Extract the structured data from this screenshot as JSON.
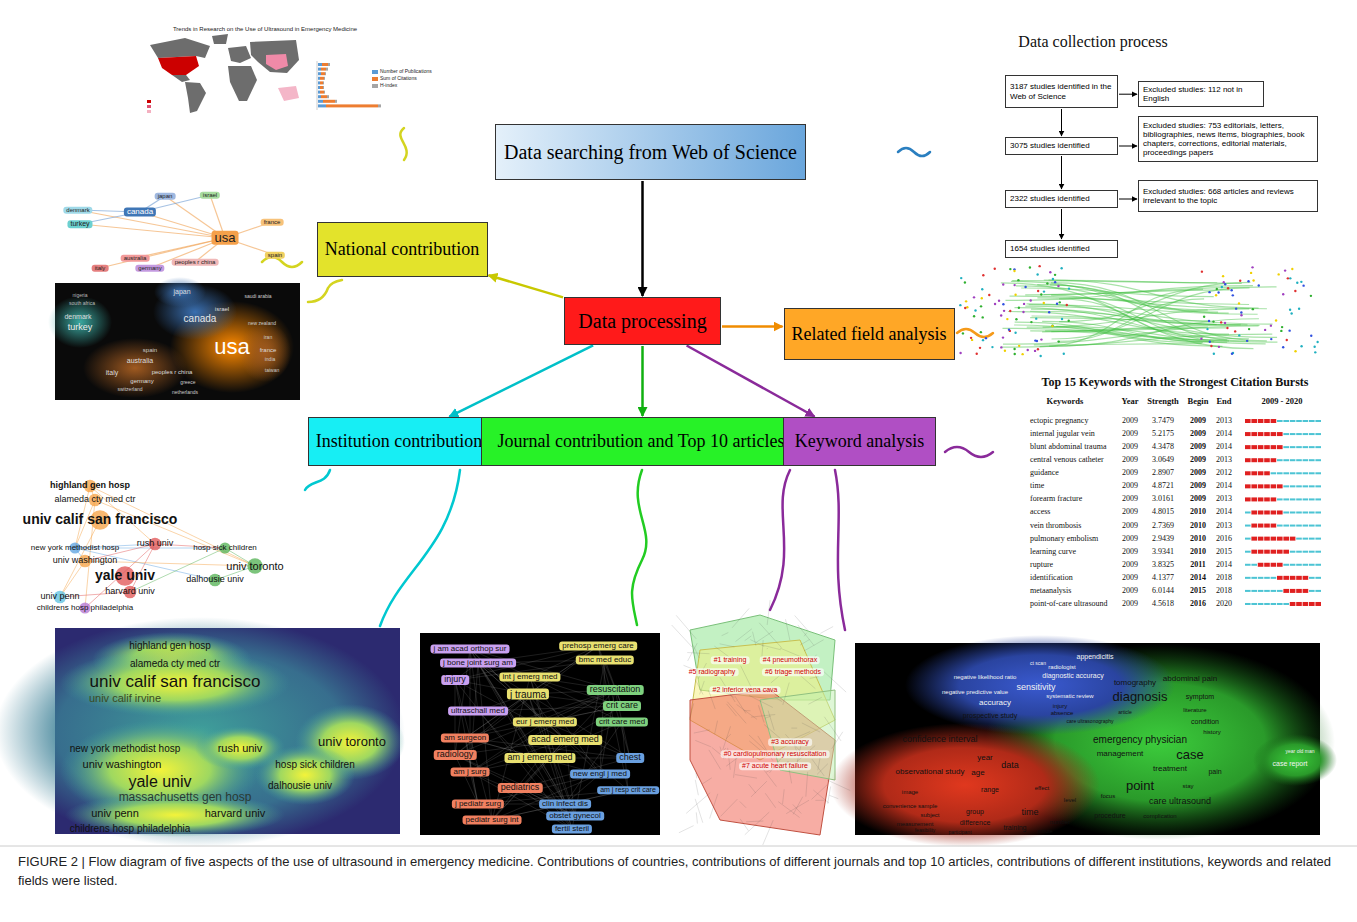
{
  "diagram": {
    "caption": "FIGURE 2 | Flow diagram of five aspects of the use of ultrasound in emergency medicine. Contributions of countries, contributions of different journals and top 10 articles, contributions of different institutions, keywords and related fields were listed.",
    "nodes": [
      {
        "text": [
          "Data searching from Web of Science"
        ]
      },
      {
        "text": [
          "Data processing"
        ]
      },
      {
        "text": [
          "National contribution"
        ]
      },
      {
        "text": [
          "Related field analysis"
        ]
      },
      {
        "text": [
          "Institution contribution"
        ]
      },
      {
        "text": [
          "Journal contribution and Top 10 articles"
        ]
      },
      {
        "text": [
          "Keyword analysis"
        ]
      },
      {
        "text": [
          "3187 studies identified in the Web of Science"
        ]
      },
      {
        "text": [
          "Excluded studies: 112 not in English"
        ]
      },
      {
        "text": [
          "3075 studies identified"
        ]
      },
      {
        "text": [
          "Excluded studies: 753 editorials, letters, bibliographies, news items, biographies, book chapters, corrections, editorial materials, proceedings papers"
        ]
      },
      {
        "text": [
          "2322 studies identified"
        ]
      },
      {
        "text": [
          "Excluded studies: 668 articles and reviews irrelevant to the topic"
        ]
      },
      {
        "text": [
          "1654 studies identified"
        ]
      }
    ],
    "edges": [
      {
        "from": 0,
        "to": 1,
        "arrow": "to"
      },
      {
        "from": 1,
        "to": 2,
        "arrow": "to"
      },
      {
        "from": 1,
        "to": 3,
        "arrow": "to"
      },
      {
        "from": 1,
        "to": 4,
        "arrow": "to"
      },
      {
        "from": 1,
        "to": 5,
        "arrow": "to"
      },
      {
        "from": 1,
        "to": 6,
        "arrow": "to"
      },
      {
        "from": 7,
        "to": 9,
        "arrow": "to"
      },
      {
        "from": 9,
        "to": 11,
        "arrow": "to"
      },
      {
        "from": 11,
        "to": 13,
        "arrow": "to"
      },
      {
        "from": 7,
        "to": 8,
        "arrow": "to"
      },
      {
        "from": 9,
        "to": 10,
        "arrow": "to"
      },
      {
        "from": 11,
        "to": 12,
        "arrow": "to"
      }
    ],
    "labels": [
      "Data collection process",
      "Trends in Research on the Use of Ultrasound in Emergency Medicine",
      "usa",
      "canada",
      "turkey",
      "denmark",
      "japan",
      "israel",
      "australia",
      "italy",
      "germany",
      "peoples r china",
      "france",
      "spain",
      "usa",
      "canada",
      "japan",
      "turkey",
      "denmark",
      "nigeria",
      "south africa",
      "israel",
      "saudi arabia",
      "new zealand",
      "iran",
      "france",
      "india",
      "taiwan",
      "spain",
      "australia",
      "italy",
      "germany",
      "peoples r china",
      "switzerland",
      "greece",
      "netherlands",
      "highland gen hosp",
      "alameda cty med ctr",
      "univ calif san francisco",
      "new york methodist hosp",
      "rush univ",
      "univ washington",
      "hosp sick children",
      "univ toronto",
      "dalhousie univ",
      "yale univ",
      "harvard univ",
      "univ penn",
      "childrens hosp philadelphia",
      "highland gen hosp",
      "alameda cty med ctr",
      "univ calif san francisco",
      "univ calif irvine",
      "new york methodist hosp",
      "rush univ",
      "univ washington",
      "hosp sick children",
      "yale univ",
      "massachusetts gen hosp",
      "dalhousie univ",
      "univ toronto",
      "univ penn",
      "harvard univ",
      "childrens hosp philadelphia",
      "j am acad orthop sur",
      "j bone joint surg am",
      "prehosp emerg care",
      "bmc med educ",
      "injury",
      "int j emerg med",
      "j trauma",
      "resuscitation",
      "crit care",
      "ultraschall med",
      "eur j emerg med",
      "crit care med",
      "acad emerg med",
      "am surgeon",
      "radiology",
      "am j emerg med",
      "chest",
      "am j surg",
      "new engl j med",
      "am j resp crit care",
      "pediatrics",
      "clin infect dis",
      "j pediatr surg",
      "pediatr surg int",
      "obstet gynecol",
      "fertil steril",
      "#1 training",
      "#4 pneumothorax",
      "#5 radiography",
      "#6 triage methods",
      "#2 inferior vena cava",
      "#3 accuracy",
      "#0 cardiopulmonary resuscitation",
      "#7 acute heart failure",
      "appendicitis",
      "ct scan",
      "radiologist",
      "diagnostic accuracy",
      "negative likelihood ratio",
      "sensitivity",
      "negative predictive value",
      "tomography",
      "abdominal pain",
      "systematic review",
      "diagnosis",
      "symptom",
      "accuracy",
      "injury",
      "absence",
      "literature",
      "article",
      "care ultrasonography",
      "prospective study",
      "condition",
      "history",
      "confidence interval",
      "emergency physician",
      "year old man",
      "case report",
      "management",
      "case",
      "year",
      "data",
      "age",
      "observational study",
      "treatment",
      "pain",
      "range",
      "image",
      "effect",
      "level",
      "point",
      "stay",
      "focus",
      "care ultrasound",
      "convenience sample",
      "subject",
      "group",
      "measurement",
      "time",
      "difference",
      "number",
      "procedure",
      "complication",
      "training",
      "feasibility",
      "participant",
      "minute",
      "Top 15 Keywords with the Strongest Citation Bursts",
      "Keywords",
      "Year",
      "Strength",
      "Begin",
      "End",
      "2009 - 2020",
      "ectopic pregnancy",
      "2009",
      "3.7479",
      "2009",
      "2013",
      "internal jugular vein",
      "2009",
      "5.2175",
      "2009",
      "2014",
      "blunt abdominal trauma",
      "2009",
      "4.3478",
      "2009",
      "2014",
      "central venous catheter",
      "2009",
      "3.0649",
      "2009",
      "2013",
      "guidance",
      "2009",
      "2.8907",
      "2009",
      "2012",
      "time",
      "2009",
      "4.8721",
      "2009",
      "2014",
      "forearm fracture",
      "2009",
      "3.0161",
      "2009",
      "2013",
      "access",
      "2009",
      "4.8015",
      "2010",
      "2014",
      "vein thrombosis",
      "2009",
      "2.7369",
      "2010",
      "2013",
      "pulmonary embolism",
      "2009",
      "2.9439",
      "2010",
      "2016",
      "learning curve",
      "2009",
      "3.9341",
      "2010",
      "2015",
      "rupture",
      "2009",
      "3.8325",
      "2011",
      "2014",
      "identification",
      "2009",
      "4.1377",
      "2014",
      "2018",
      "metaanalysis",
      "2009",
      "6.0144",
      "2015",
      "2018",
      "point-of-care ultrasound",
      "2009",
      "4.5618",
      "2016",
      "2020"
    ],
    "legend": [
      {
        "text": "Number of Publications",
        "color": "#5b9bd5"
      },
      {
        "text": "Sum of Citations",
        "color": "#ed7d31"
      },
      {
        "text": "H-index",
        "color": "#a5a5a5"
      }
    ]
  }
}
